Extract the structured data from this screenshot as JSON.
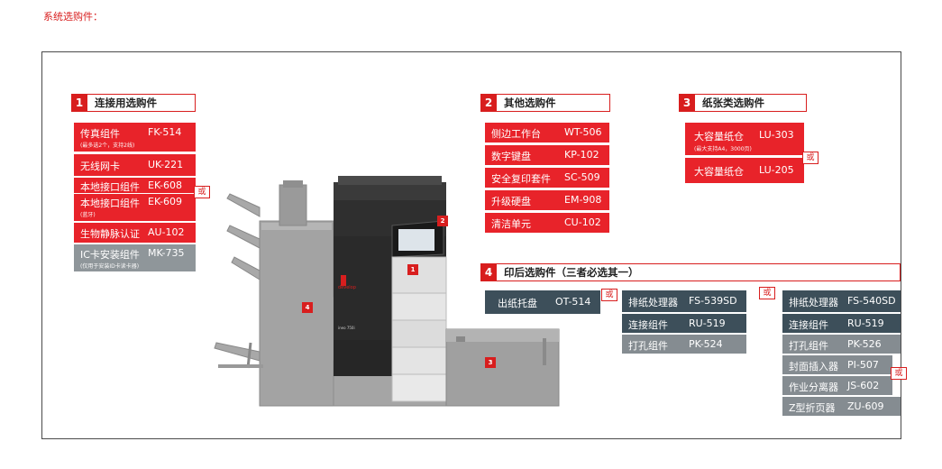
{
  "page_title": "系统选购件：",
  "or_label": "或",
  "sections": {
    "connect": {
      "num": "1",
      "title": "连接用选购件",
      "items": [
        {
          "name": "传真组件",
          "code": "FK-514",
          "sub": "(最多选2个，支持2线)"
        },
        {
          "name": "无线网卡",
          "code": "UK-221"
        },
        {
          "name": "本地接口组件",
          "code": "EK-608"
        },
        {
          "name": "本地接口组件",
          "code": "EK-609",
          "sub": "(蓝牙)"
        },
        {
          "name": "生物静脉认证",
          "code": "AU-102"
        },
        {
          "name": "IC卡安装组件",
          "code": "MK-735",
          "sub": "(仅用于安装ID卡读卡器)"
        }
      ]
    },
    "other": {
      "num": "2",
      "title": "其他选购件",
      "items": [
        {
          "name": "侧边工作台",
          "code": "WT-506"
        },
        {
          "name": "数字键盘",
          "code": "KP-102"
        },
        {
          "name": "安全复印套件",
          "code": "SC-509"
        },
        {
          "name": "升级硬盘",
          "code": "EM-908"
        },
        {
          "name": "清洁单元",
          "code": "CU-102"
        }
      ]
    },
    "paper": {
      "num": "3",
      "title": "纸张类选购件",
      "items": [
        {
          "name": "大容量纸仓",
          "code": "LU-303",
          "sub": "(最大支持A4，3000页)"
        },
        {
          "name": "大容量纸仓",
          "code": "LU-205"
        }
      ]
    },
    "finishing": {
      "num": "4",
      "title": "印后选购件（三者必选其一）",
      "opt_a": {
        "name": "出纸托盘",
        "code": "OT-514"
      },
      "opt_b": [
        {
          "name": "排纸处理器",
          "code": "FS-539SD"
        },
        {
          "name": "连接组件",
          "code": "RU-519"
        },
        {
          "name": "打孔组件",
          "code": "PK-524"
        }
      ],
      "opt_c": [
        {
          "name": "排纸处理器",
          "code": "FS-540SD"
        },
        {
          "name": "连接组件",
          "code": "RU-519"
        },
        {
          "name": "打孔组件",
          "code": "PK-526"
        },
        {
          "name": "封面插入器",
          "code": "PI-507"
        },
        {
          "name": "作业分离器",
          "code": "JS-602"
        },
        {
          "name": "Z型折页器",
          "code": "ZU-609"
        }
      ]
    }
  },
  "machine": {
    "brand_label": "develop",
    "model_label": "ineo 750i",
    "badges": [
      "1",
      "2",
      "3",
      "4"
    ]
  },
  "colors": {
    "accent": "#d81e1e",
    "item_red": "#e8232a",
    "item_grey": "#8f969a",
    "item_dark": "#3d4f5a"
  }
}
